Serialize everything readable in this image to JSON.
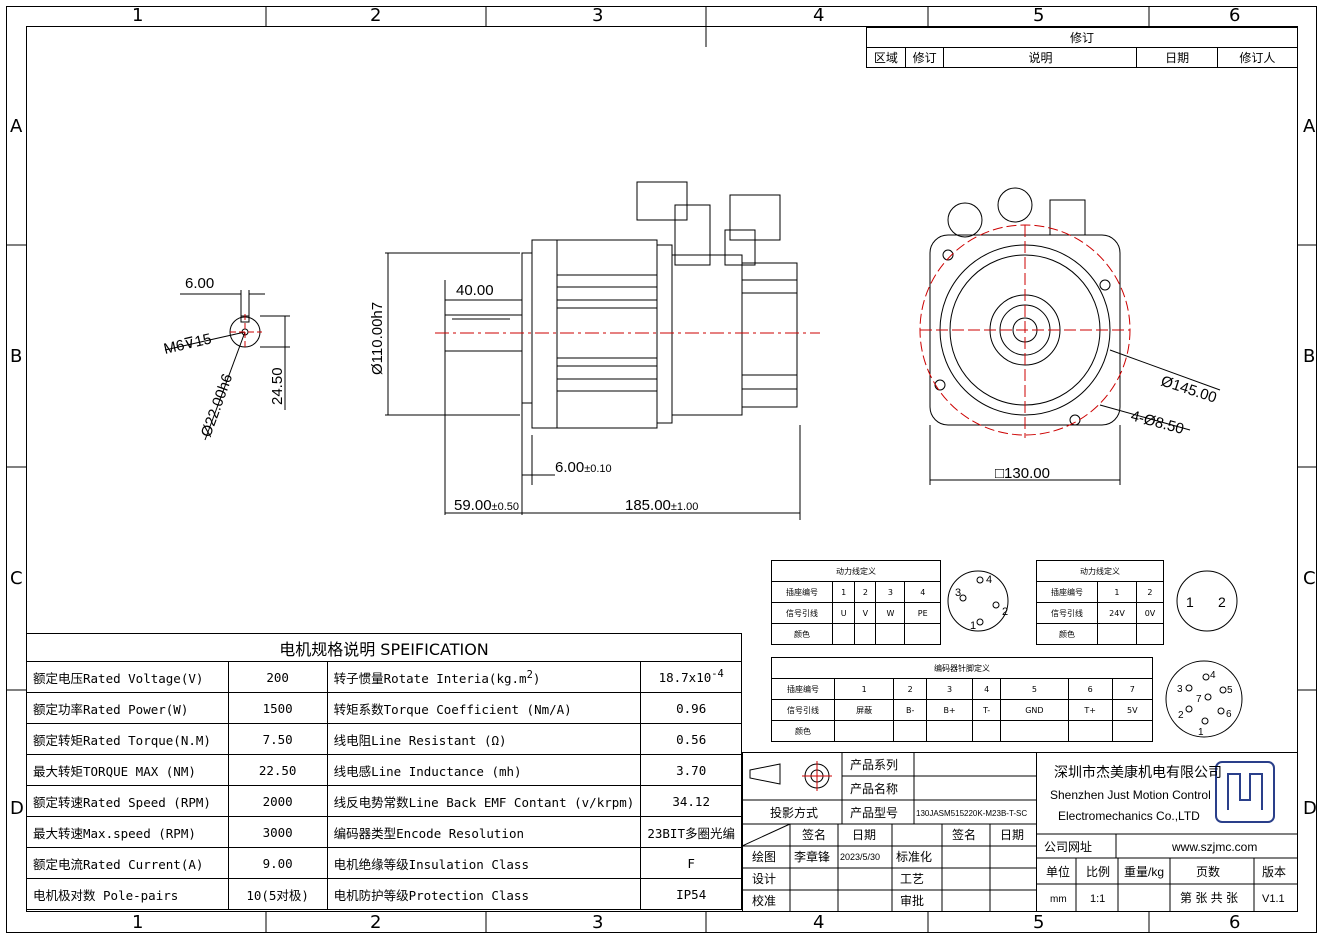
{
  "zones": {
    "columns": [
      "1",
      "2",
      "3",
      "4",
      "5",
      "6"
    ],
    "rows": [
      "A",
      "B",
      "C",
      "D"
    ]
  },
  "revision": {
    "title": "修订",
    "headers": [
      "区域",
      "修订",
      "说明",
      "日期",
      "修订人"
    ]
  },
  "dims": {
    "key_width": "6.00",
    "thread": "M6",
    "thread_depth": "15",
    "shaft_dia": "Ø22.00h6",
    "key_height": "24.50",
    "pilot_dia": "Ø110.00h7",
    "key_length": "40.00",
    "flange_thk": "6.00",
    "flange_thk_tol": "±0.10",
    "shaft_len": "59.00",
    "shaft_len_tol": "±0.50",
    "body_len": "185.00",
    "body_len_tol": "±1.00",
    "pcd": "Ø145.00",
    "holes": "4-Ø8.50",
    "square": "□130.00"
  },
  "power_pins": {
    "title": "动力线定义",
    "row_labels": [
      "插座编号",
      "信号引线",
      "颜色"
    ],
    "numbers": [
      "1",
      "2",
      "3",
      "4"
    ],
    "signals": [
      "U",
      "V",
      "W",
      "PE"
    ]
  },
  "power_connector_labels": [
    "4",
    "3",
    "2",
    "1"
  ],
  "brake_pins": {
    "title": "动力线定义",
    "row_labels": [
      "插座编号",
      "信号引线",
      "颜色"
    ],
    "numbers": [
      "1",
      "2"
    ],
    "signals": [
      "24V",
      "0V"
    ]
  },
  "brake_connector_labels": [
    "1",
    "2"
  ],
  "encoder_pins": {
    "title": "编码器针脚定义",
    "row_labels": [
      "插座编号",
      "信号引线",
      "颜色"
    ],
    "numbers": [
      "1",
      "2",
      "3",
      "4",
      "5",
      "6",
      "7"
    ],
    "signals": [
      "屏蔽",
      "B-",
      "B+",
      "T-",
      "GND",
      "T+",
      "5V"
    ]
  },
  "encoder_connector_labels": [
    "4",
    "3",
    "7",
    "5",
    "2",
    "6",
    "1"
  ],
  "spec": {
    "title": "电机规格说明 SPEIFICATION",
    "rows": [
      {
        "l": "额定电压Rated Voltage(V)",
        "lv": "200",
        "r": "转子惯量Rotate Interia(kg.m",
        "rsup": "2",
        "rend": ")",
        "rv": "18.7x10",
        "rvsup": "-4"
      },
      {
        "l": "额定功率Rated Power(W)",
        "lv": "1500",
        "r": "转矩系数Torque Coefficient (Nm/A)",
        "rsup": "",
        "rend": "",
        "rv": "0.96",
        "rvsup": ""
      },
      {
        "l": "额定转矩Rated Torque(N.M)",
        "lv": "7.50",
        "r": "线电阻Line Resistant (Ω)",
        "rsup": "",
        "rend": "",
        "rv": "0.56",
        "rvsup": ""
      },
      {
        "l": "最大转矩TORQUE MAX (NM)",
        "lv": "22.50",
        "r": "线电感Line Inductance (mh)",
        "rsup": "",
        "rend": "",
        "rv": "3.70",
        "rvsup": ""
      },
      {
        "l": "额定转速Rated Speed (RPM)",
        "lv": "2000",
        "r": "线反电势常数Line Back EMF Contant (v/krpm)",
        "rsup": "",
        "rend": "",
        "rv": "34.12",
        "rvsup": ""
      },
      {
        "l": "最大转速Max.speed (RPM)",
        "lv": "3000",
        "r": "编码器类型Encode Resolution",
        "rsup": "",
        "rend": "",
        "rv": "23BIT多圈光编",
        "rvsup": ""
      },
      {
        "l": "额定电流Rated Current(A)",
        "lv": "9.00",
        "r": "电机绝缘等级Insulation Class",
        "rsup": "",
        "rend": "",
        "rv": "F",
        "rvsup": ""
      },
      {
        "l": "电机极对数 Pole-pairs",
        "lv": "10(5对极)",
        "r": "电机防护等级Protection Class",
        "rsup": "",
        "rend": "",
        "rv": "IP54",
        "rvsup": ""
      }
    ]
  },
  "title_block": {
    "product_series": "产品系列",
    "product_name": "产品名称",
    "projection": "投影方式",
    "product_model": "产品型号",
    "model_value": "130JASM515220K-M23B-T-SC",
    "sign": "签名",
    "date": "日期",
    "sign2": "签名",
    "date2": "日期",
    "draw": "绘图",
    "drawer": "李章锋",
    "draw_date": "2023/5/30",
    "standard": "标准化",
    "design": "设计",
    "process": "工艺",
    "check": "校准",
    "approve": "审批",
    "company_cn": "深圳市杰美康机电有限公司",
    "company_en1": "Shenzhen Just Motion Control",
    "company_en2": "Electromechanics Co.,LTD",
    "website_label": "公司网址",
    "website": "www.szjmc.com",
    "unit_label": "单位",
    "scale_label": "比例",
    "weight_label": "重量/kg",
    "pages_label": "页数",
    "version_label": "版本",
    "unit": "mm",
    "scale": "1:1",
    "pages": "第 张 共 张",
    "version": "V1.1"
  }
}
